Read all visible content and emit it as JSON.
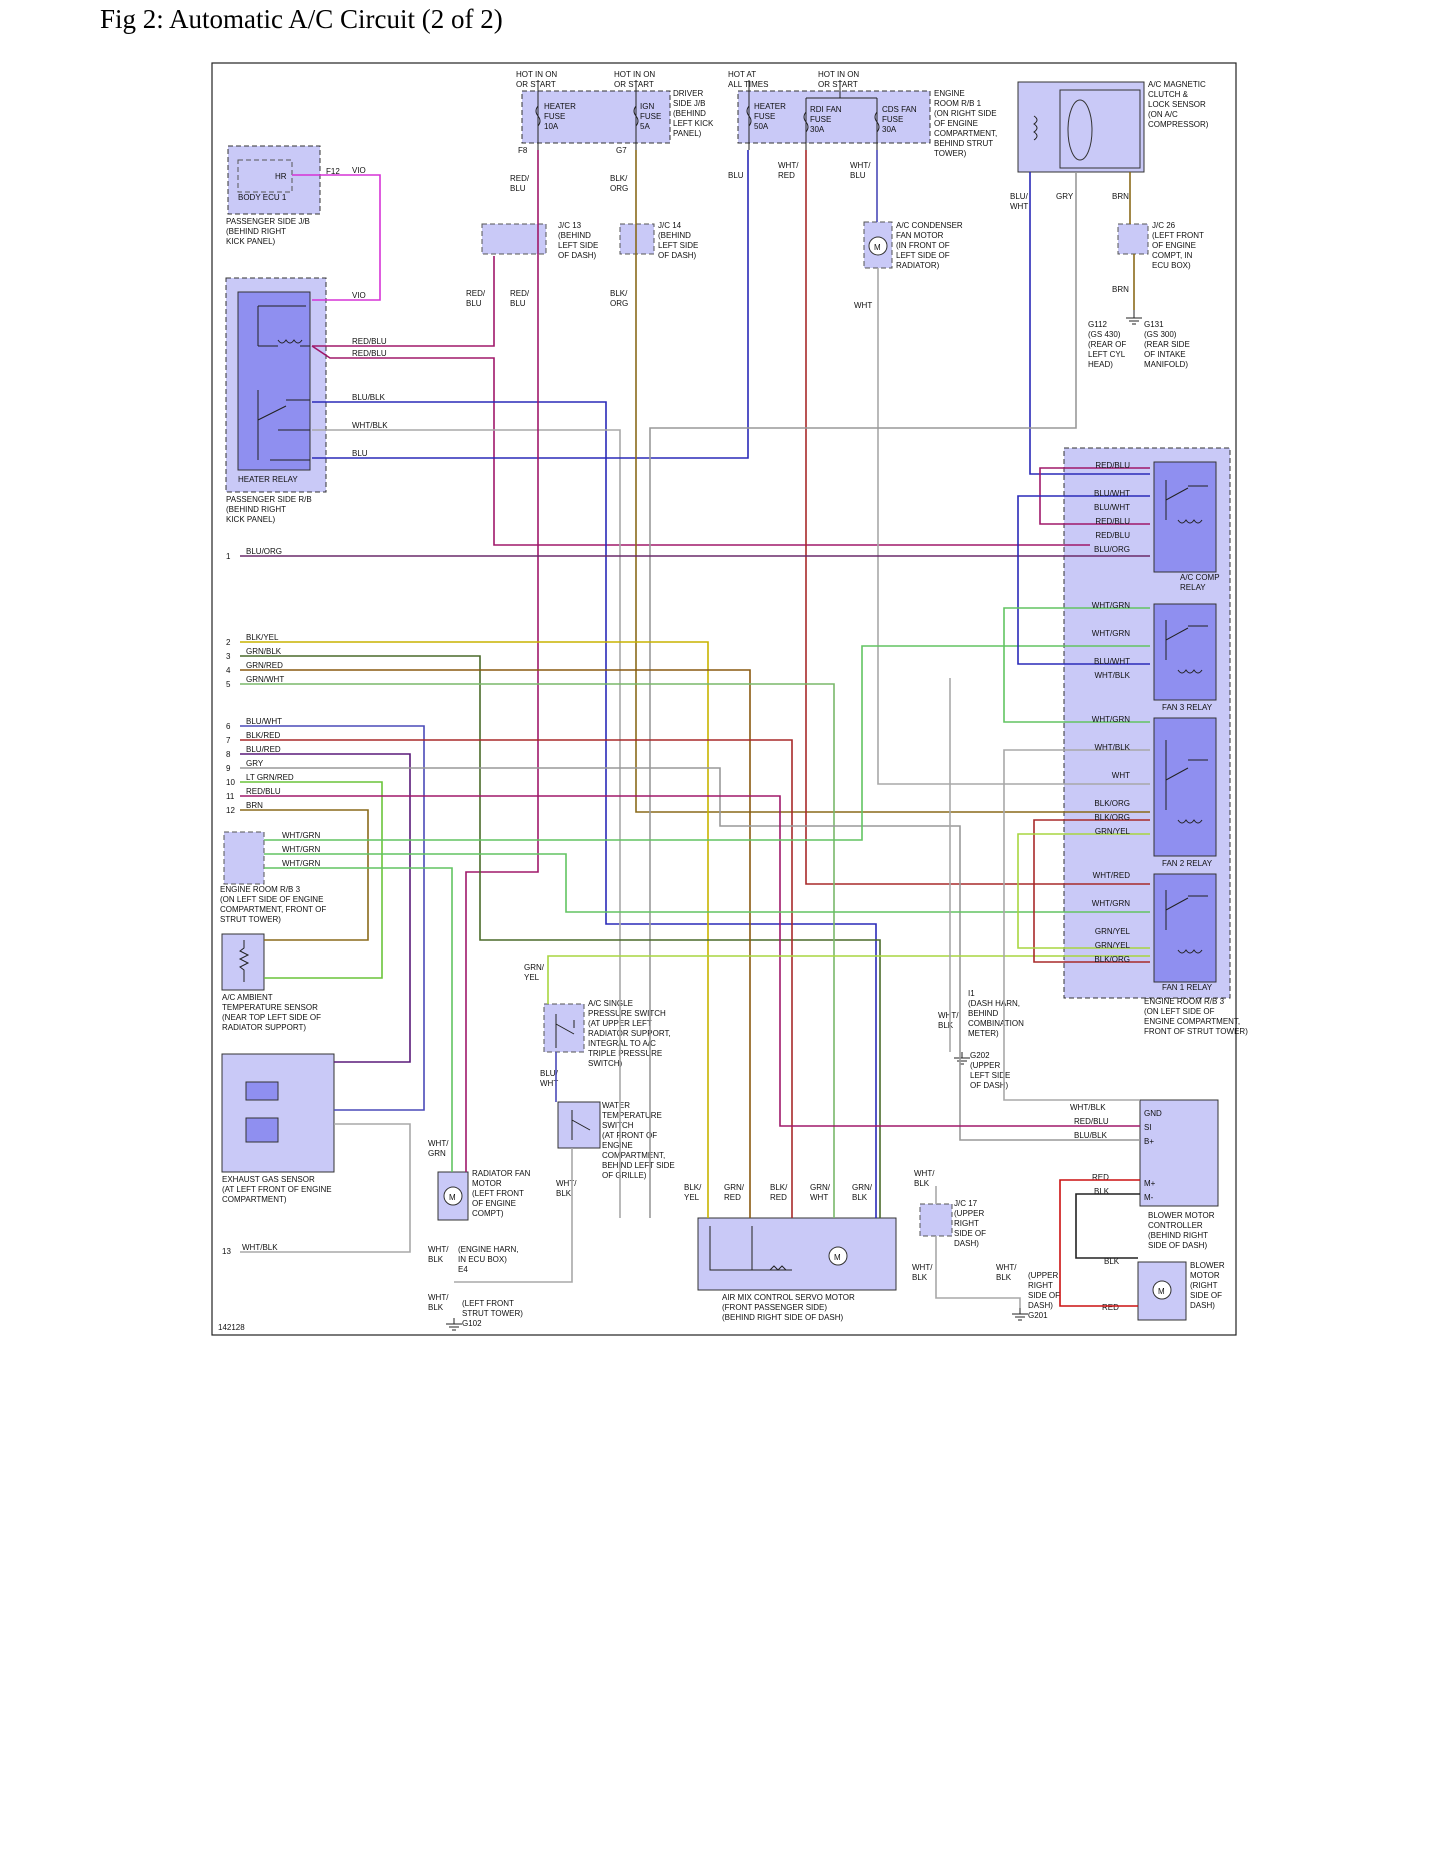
{
  "page_title": "Fig 2: Automatic A/C Circuit (2 of 2)",
  "figure_id": "142128",
  "power": {
    "hot_heater": "HOT IN ON\nOR START",
    "hot_ign": "HOT IN ON\nOR START",
    "hot_always": "HOT AT\nALL TIMES",
    "hot_cds": "HOT IN ON\nOR START"
  },
  "fuses": {
    "heater_fuse": "HEATER\nFUSE\n10A",
    "ign_fuse": "IGN\nFUSE\n5A",
    "heater_fuse_50": "HEATER\nFUSE\n50A",
    "rdi_fan_fuse": "RDI FAN\nFUSE\n30A",
    "cds_fan_fuse": "CDS FAN\nFUSE\n30A",
    "driver_jb": "DRIVER\nSIDE J/B\n(BEHIND\nLEFT KICK\nPANEL)",
    "engine_rb1": "ENGINE\nROOM R/B 1\n(ON RIGHT SIDE\nOF ENGINE\nCOMPARTMENT,\nBEHIND STRUT\nTOWER)",
    "f8": "F8",
    "g7": "G7"
  },
  "components": {
    "body_ecu": "BODY ECU 1",
    "hr": "HR",
    "f12": "F12",
    "passenger_jb": "PASSENGER SIDE J/B\n(BEHIND RIGHT\nKICK PANEL)",
    "heater_relay": "HEATER RELAY",
    "passenger_rb": "PASSENGER SIDE R/B\n(BEHIND RIGHT\nKICK PANEL)",
    "jc13": "J/C 13\n(BEHIND\nLEFT SIDE\nOF DASH)",
    "jc14": "J/C 14\n(BEHIND\nLEFT SIDE\nOF DASH)",
    "ac_condenser": "A/C CONDENSER\nFAN MOTOR\n(IN FRONT OF\nLEFT SIDE OF\nRADIATOR)",
    "ac_clutch": "A/C MAGNETIC\nCLUTCH &\nLOCK SENSOR\n(ON A/C\nCOMPRESSOR)",
    "jc26": "J/C 26\n(LEFT FRONT\nOF ENGINE\nCOMPT, IN\nECU BOX)",
    "g112": "G112\n(GS 430)\n(REAR OF\nLEFT CYL\nHEAD)",
    "g131": "G131\n(GS 300)\n(REAR SIDE\nOF INTAKE\nMANIFOLD)",
    "ac_comp_relay": "A/C COMP\nRELAY",
    "fan3_relay": "FAN 3 RELAY",
    "fan2_relay": "FAN 2 RELAY",
    "fan1_relay": "FAN 1 RELAY",
    "engine_rb3_right": "ENGINE ROOM R/B 3\n(ON LEFT SIDE OF\nENGINE COMPARTMENT,\nFRONT OF STRUT TOWER)",
    "engine_rb3_left": "ENGINE ROOM R/B 3\n(ON LEFT SIDE OF ENGINE\nCOMPARTMENT, FRONT OF\nSTRUT TOWER)",
    "ambient_sensor": "A/C AMBIENT\nTEMPERATURE SENSOR\n(NEAR TOP LEFT SIDE OF\nRADIATOR SUPPORT)",
    "exhaust_sensor": "EXHAUST GAS SENSOR\n(AT LEFT FRONT OF ENGINE\nCOMPARTMENT)",
    "pressure_switch": "A/C SINGLE\nPRESSURE SWITCH\n(AT UPPER LEFT\nRADIATOR SUPPORT,\nINTEGRAL TO A/C\nTRIPLE PRESSURE\nSWITCH)",
    "water_temp": "WATER\nTEMPERATURE\nSWITCH\n(AT FRONT OF\nENGINE\nCOMPARTMENT,\nBEHIND LEFT SIDE\nOF GRILLE)",
    "rad_fan": "RADIATOR FAN\nMOTOR\n(LEFT FRONT\nOF ENGINE\nCOMPT)",
    "e4": "(ENGINE HARN,\nIN ECU BOX)\nE4",
    "g102": "(LEFT FRONT\nSTRUT TOWER)\nG102",
    "air_mix": "AIR MIX CONTROL SERVO MOTOR\n(FRONT PASSENGER SIDE)\n(BEHIND RIGHT SIDE OF DASH)",
    "jc17": "J/C 17\n(UPPER\nRIGHT\nSIDE OF\nDASH)",
    "g201": "(UPPER\nRIGHT\nSIDE OF\nDASH)\nG201",
    "i1": "I1\n(DASH HARN,\nBEHIND\nCOMBINATION\nMETER)",
    "g202": "G202\n(UPPER\nLEFT SIDE\nOF DASH)",
    "blower_ctrl": "BLOWER MOTOR\nCONTROLLER\n(BEHIND RIGHT\nSIDE OF DASH)",
    "blower_motor": "BLOWER\nMOTOR\n(RIGHT\nSIDE OF\nDASH)",
    "blower_pins": [
      "GND",
      "SI",
      "B+",
      "M+",
      "M-"
    ]
  },
  "left_wires": [
    {
      "n": "1",
      "c": "BLU/ORG"
    },
    {
      "n": "2",
      "c": "BLK/YEL"
    },
    {
      "n": "3",
      "c": "GRN/BLK"
    },
    {
      "n": "4",
      "c": "GRN/RED"
    },
    {
      "n": "5",
      "c": "GRN/WHT"
    },
    {
      "n": "6",
      "c": "BLU/WHT"
    },
    {
      "n": "7",
      "c": "BLK/RED"
    },
    {
      "n": "8",
      "c": "BLU/RED"
    },
    {
      "n": "9",
      "c": "GRY"
    },
    {
      "n": "10",
      "c": "LT GRN/RED"
    },
    {
      "n": "11",
      "c": "RED/BLU"
    },
    {
      "n": "12",
      "c": "BRN"
    },
    {
      "n": "13",
      "c": "WHT/BLK"
    }
  ],
  "relay_labels": {
    "ac_comp": [
      "RED/BLU",
      "BLU/WHT",
      "BLU/WHT",
      "RED/BLU",
      "RED/BLU",
      "BLU/ORG"
    ],
    "fan3": [
      "WHT/GRN",
      "WHT/GRN",
      "BLU/WHT",
      "WHT/BLK"
    ],
    "fan2": [
      "WHT/GRN",
      "WHT/BLK",
      "WHT",
      "BLK/ORG",
      "BLK/ORG",
      "GRN/YEL"
    ],
    "fan1": [
      "WHT/RED",
      "WHT/GRN",
      "GRN/YEL",
      "GRN/YEL",
      "BLK/ORG"
    ]
  },
  "heater_relay_wires": [
    "VIO",
    "RED/BLU",
    "RED/BLU",
    "BLU/BLK",
    "WHT/BLK",
    "BLU"
  ],
  "misc_labels": {
    "red_blu": "RED/\nBLU",
    "blk_org": "BLK/\nORG",
    "blu": "BLU",
    "wht_red": "WHT/\nRED",
    "wht_blu": "WHT/\nBLU",
    "wht": "WHT",
    "blu_wht": "BLU/\nWHT",
    "gry": "GRY",
    "brn": "BRN",
    "wht_grn_a": "WHT/GRN",
    "grn_yel": "GRN/\nYEL",
    "wht_blk": "WHT/\nBLK",
    "wht_grn_v": "WHT/\nGRN",
    "air_mix_pins": [
      "BLK/\nYEL",
      "GRN/\nRED",
      "BLK/\nRED",
      "GRN/\nWHT",
      "GRN/\nBLK"
    ],
    "blower_wires": [
      "WHT/BLK",
      "RED/BLU",
      "BLU/BLK",
      "RED",
      "BLK"
    ]
  },
  "wire_colors": {
    "vio": "#d633d6",
    "red_blu": "#a0186a",
    "blu": "#2a2ab8",
    "wht_blk": "#a8a8a8",
    "blu_org": "#6a2a6a",
    "blk_yel": "#c8b400",
    "grn_blk": "#4a6a2a",
    "grn_red": "#8a5a10",
    "grn_wht": "#7ab86a",
    "blu_wht": "#4a4ab8",
    "blk_red": "#a82a2a",
    "blu_red": "#5a1a7a",
    "gry": "#999999",
    "lt_grn_red": "#6ac43a",
    "brn": "#8a6a1a",
    "wht_grn": "#62c462",
    "grn_yel": "#a8d640",
    "red": "#cc1111"
  }
}
